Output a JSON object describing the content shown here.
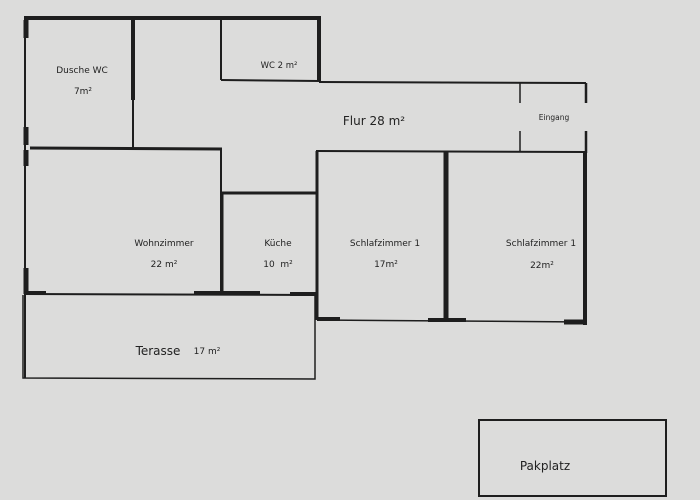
{
  "rooms": {
    "dusche_wc": {
      "name": "Dusche WC",
      "area": "7m²"
    },
    "wc2": {
      "name": "WC 2 m²"
    },
    "flur": {
      "name": "Flur 28 m²"
    },
    "eingang": {
      "name": "Eingang"
    },
    "wohnzimmer": {
      "name": "Wohnzimmer",
      "area": "22 m²"
    },
    "kueche": {
      "name": "Küche",
      "area": "10  m²"
    },
    "schlafzimmer_a": {
      "name": "Schlafzimmer 1",
      "area": "17m²"
    },
    "schlafzimmer_b": {
      "name": "Schlafzimmer 1",
      "area": "22m²"
    },
    "terasse": {
      "name": "Terasse",
      "area": "17 m²"
    },
    "parkplatz": {
      "name": "Pakplatz"
    }
  },
  "colors": {
    "wall": "#1e1e1e",
    "paper": "#dcdcdb"
  }
}
